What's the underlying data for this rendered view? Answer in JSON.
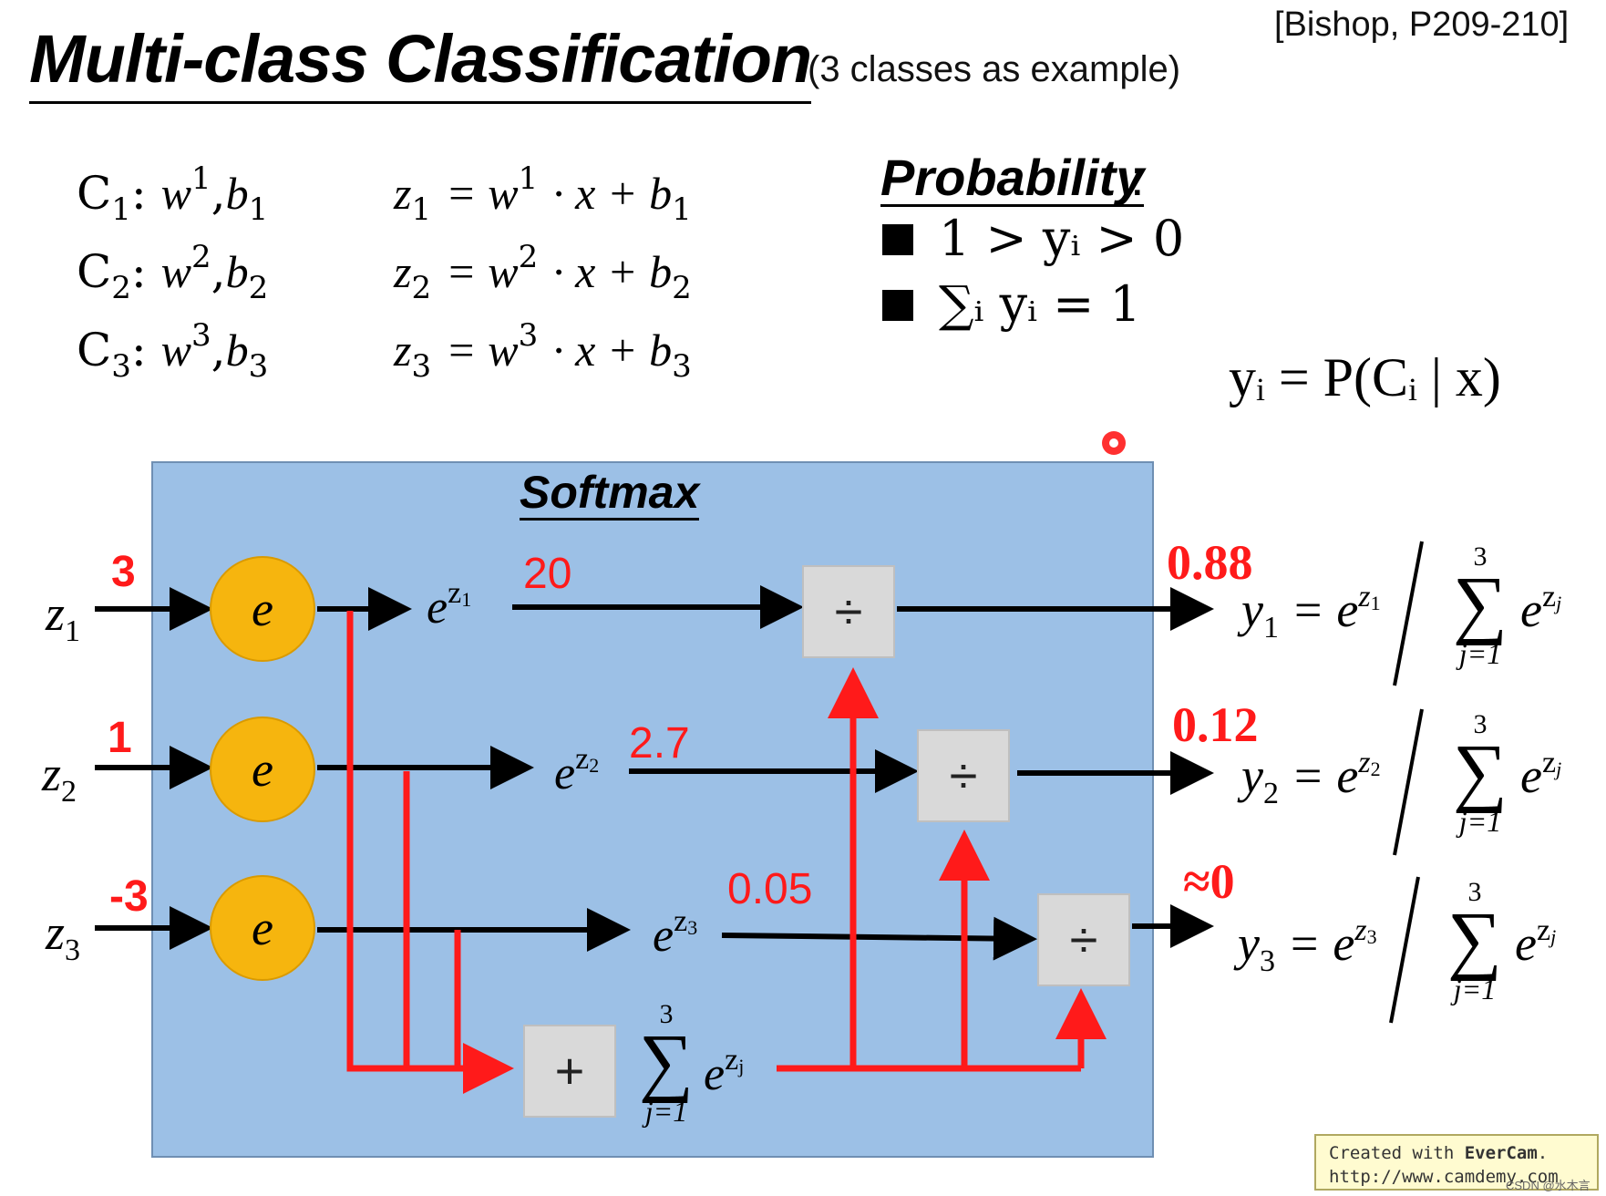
{
  "reference": "[Bishop, P209-210]",
  "title": "Multi-class Classification",
  "subtitle": "(3 classes as example)",
  "classes": [
    {
      "label": "C",
      "index": "1",
      "w": "w",
      "w_sup": "1",
      "b": "b",
      "b_sub": "1",
      "z": "z",
      "z_sub": "1",
      "eq": "= w",
      "eq_sup": "1",
      "eq_rest": "· x + b",
      "eq_b_sub": "1"
    },
    {
      "label": "C",
      "index": "2",
      "w": "w",
      "w_sup": "2",
      "b": "b",
      "b_sub": "2",
      "z": "z",
      "z_sub": "2",
      "eq": "= w",
      "eq_sup": "2",
      "eq_rest": "· x + b",
      "eq_b_sub": "2"
    },
    {
      "label": "C",
      "index": "3",
      "w": "w",
      "w_sup": "3",
      "b": "b",
      "b_sub": "3",
      "z": "z",
      "z_sub": "3",
      "eq": "= w",
      "eq_sup": "3",
      "eq_rest": "· x + b",
      "eq_b_sub": "3"
    }
  ],
  "probability": {
    "title": "Probability",
    "colon": ":",
    "bullets": [
      "1 > yᵢ > 0",
      "∑ᵢ yᵢ = 1"
    ],
    "definition": "yᵢ = P(Cᵢ | x)"
  },
  "softmax": {
    "title": "Softmax",
    "circle_label": "e",
    "divide_symbol": "÷",
    "plus_symbol": "+",
    "inputs": [
      {
        "name": "z",
        "sub": "1",
        "value": "3"
      },
      {
        "name": "z",
        "sub": "2",
        "value": "1"
      },
      {
        "name": "z",
        "sub": "3",
        "value": "-3"
      }
    ],
    "exponentials": [
      {
        "base": "e",
        "exp": "z",
        "exp_sub": "1",
        "value": "20"
      },
      {
        "base": "e",
        "exp": "z",
        "exp_sub": "2",
        "value": "2.7"
      },
      {
        "base": "e",
        "exp": "z",
        "exp_sub": "3",
        "value": "0.05"
      }
    ],
    "sum": {
      "top": "3",
      "sigma": "∑",
      "bottom": "j=1",
      "term": "e",
      "term_exp": "z",
      "term_exp_sub": "j"
    }
  },
  "outputs": [
    {
      "value": "0.88",
      "y": "y",
      "sub": "1",
      "eq": "= e",
      "exp": "z",
      "exp_sub": "1",
      "sum_top": "3",
      "sum_sigma": "∑",
      "sum_bottom": "j=1",
      "sum_term": "e",
      "sum_exp": "z",
      "sum_exp_sub": "j"
    },
    {
      "value": "0.12",
      "y": "y",
      "sub": "2",
      "eq": "= e",
      "exp": "z",
      "exp_sub": "2",
      "sum_top": "3",
      "sum_sigma": "∑",
      "sum_bottom": "j=1",
      "sum_term": "e",
      "sum_exp": "z",
      "sum_exp_sub": "j"
    },
    {
      "value": "≈0",
      "y": "y",
      "sub": "3",
      "eq": "= e",
      "exp": "z",
      "exp_sub": "3",
      "sum_top": "3",
      "sum_sigma": "∑",
      "sum_bottom": "j=1",
      "sum_term": "e",
      "sum_exp": "z",
      "sum_exp_sub": "j"
    }
  ],
  "watermark": {
    "line1_prefix": "Created with ",
    "line1_brand": "EverCam",
    "line1_suffix": ".",
    "line2": "http://www.camdemy.com",
    "csdn": "CSDN @水木言"
  },
  "colors": {
    "softmax_bg": "#9cc0e6",
    "circle": "#f6b50e",
    "arrow_black": "#000000",
    "arrow_red": "#ff1a1a",
    "op_box": "#d9d9d9"
  }
}
